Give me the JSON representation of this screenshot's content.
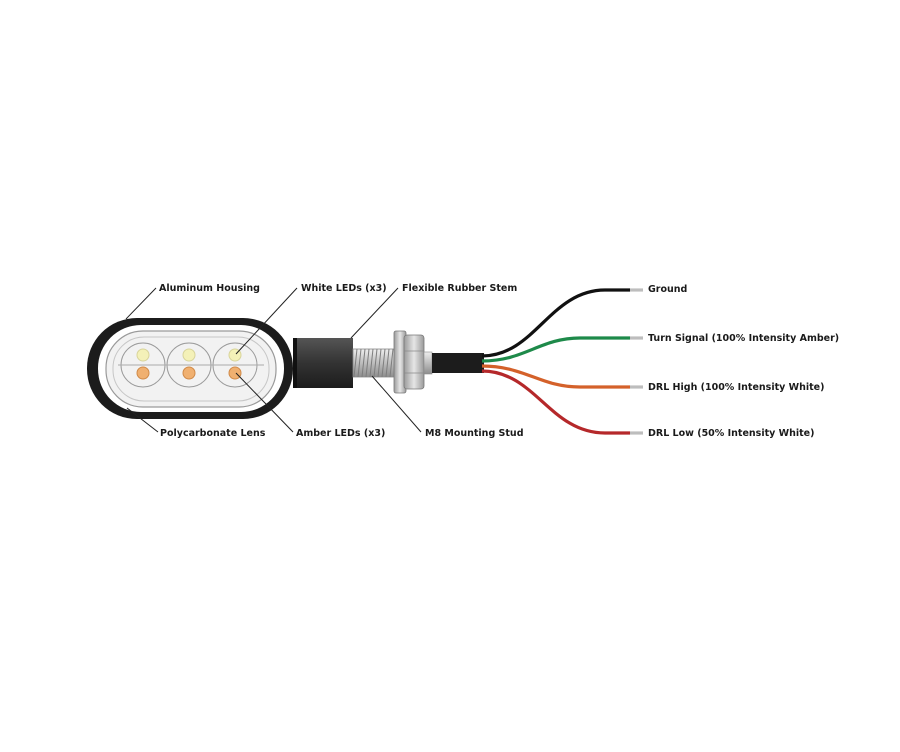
{
  "labels": {
    "aluminum_housing": "Aluminum Housing",
    "white_leds": "White LEDs (x3)",
    "flexible_stem": "Flexible Rubber Stem",
    "polycarbonate_lens": "Polycarbonate Lens",
    "amber_leds": "Amber LEDs (x3)",
    "mounting_stud": "M8 Mounting Stud"
  },
  "wires": [
    {
      "label": "Ground",
      "color": "#111111"
    },
    {
      "label": "Turn Signal (100% Intensity Amber)",
      "color": "#1e8a4a"
    },
    {
      "label": "DRL High (100% Intensity White)",
      "color": "#d4612a"
    },
    {
      "label": "DRL Low (50% Intensity White)",
      "color": "#b5282a"
    }
  ],
  "colors": {
    "housing": "#1c1c1c",
    "lens": "#f2f2f2",
    "white_led": "#f4f1b8",
    "amber_led": "#f0b070",
    "stem": "#3a3a3a",
    "stud": "#c9c9c9",
    "wire_tip": "#bdbdbd"
  }
}
